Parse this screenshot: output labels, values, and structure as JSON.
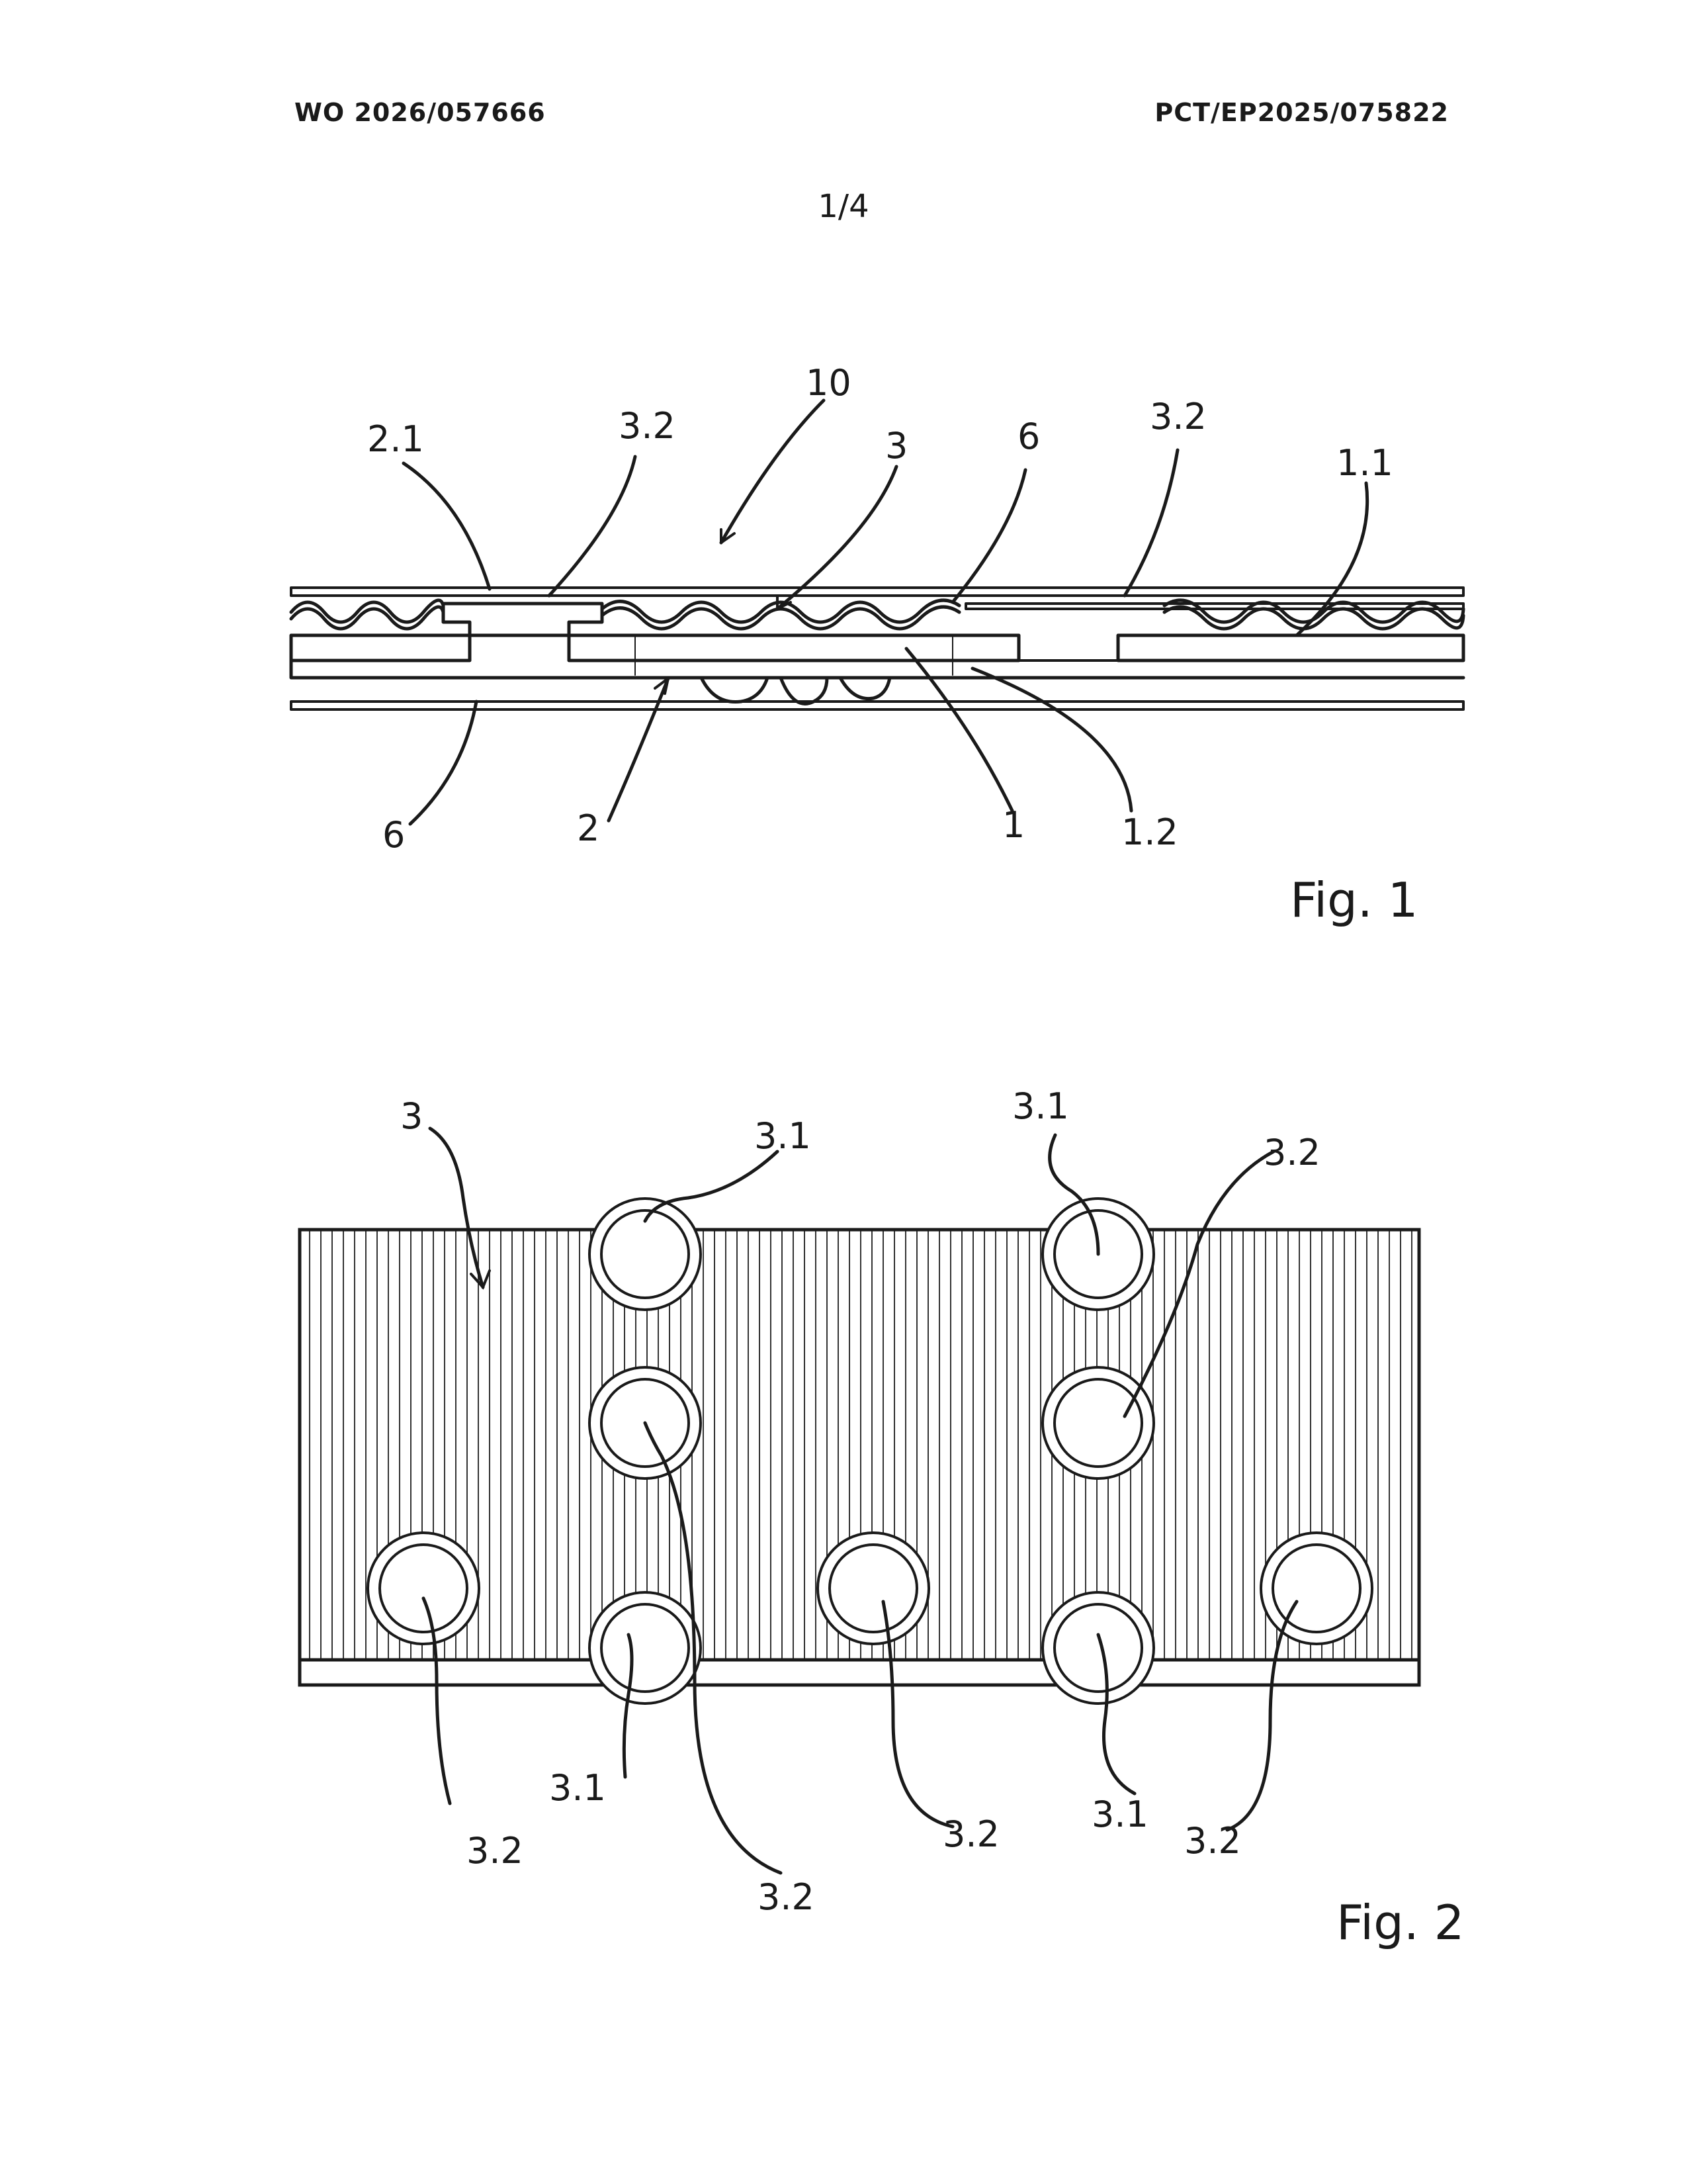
{
  "header": {
    "publication_number": "WO 2026/057666",
    "application_number": "PCT/EP2025/075822",
    "sheet": "1/4"
  },
  "figure1": {
    "caption": "Fig. 1",
    "labels": {
      "l10": "10",
      "l2_1": "2.1",
      "l3_2_left": "3.2",
      "l3": "3",
      "l6_top": "6",
      "l3_2_right": "3.2",
      "l1_1": "1.1",
      "l6_bottom": "6",
      "l2": "2",
      "l1": "1",
      "l1_2": "1.2"
    }
  },
  "figure2": {
    "caption": "Fig. 2",
    "labels": {
      "l3": "3",
      "l3_1_top_left": "3.1",
      "l3_1_top_right": "3.1",
      "l3_2_top_right": "3.2",
      "l3_2_bottom_a": "3.2",
      "l3_1_bottom_a": "3.1",
      "l3_2_bottom_b": "3.2",
      "l3_2_bottom_c": "3.2",
      "l3_1_bottom_b": "3.1",
      "l3_2_bottom_d": "3.2"
    }
  }
}
